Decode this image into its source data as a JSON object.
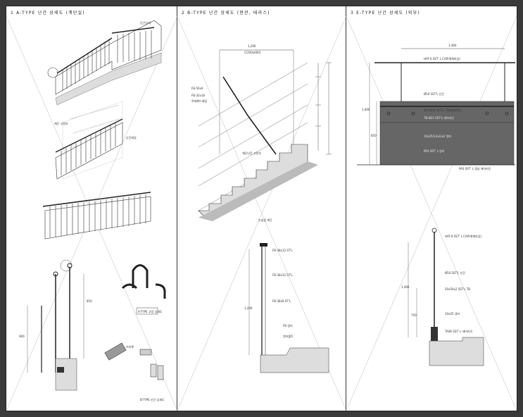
{
  "panels": [
    {
      "title": "1  A-TYPE 난간 상세도 (계단실)"
    },
    {
      "title": "2  B-TYPE 난간 상세도 (현관, 테라스)"
    },
    {
      "title": "3  E-TYPE 난간 상세도 (외부)"
    }
  ],
  "labels": {
    "a_top": "난간상세",
    "a_mid": "계단 고정부",
    "a_detail_cap": "A-TYPE 고정 상세도",
    "a_detail_cap2": "B-TYPE 난간 상세도",
    "a_side": "난간레일",
    "a_bracket": "브라켓",
    "a_dim1": "850",
    "a_dim2": "900",
    "b_top_dim": "1,200",
    "b_top_dim2": "(1200x600)",
    "b_note1": "FB-50x9",
    "b_note2": "FB-32x16",
    "b_note3": "목재핸드레일",
    "b_mid": "계단난간 고정부",
    "b_bot": "논슬립 계단",
    "b_sec1": "FB-38x12 ST'L",
    "b_sec2": "FB-38x12 ST'L",
    "b_sec3": "FB-38x9 ST'L",
    "b_sec4": "FB 앵커",
    "b_sec5": "앵커볼트",
    "b_dim": "1,200",
    "e_top_dim": "1,460",
    "e_l1": "HAT-6 SST' L CAP(해체마감)",
    "e_l2": "Ø50 SST'L 난간",
    "e_l3": "50x50x2 SST'L TB(해체마감)",
    "e_l4": "TB-Ø25 SST'L 헤어라인",
    "e_l5": "10x25(13x1)x2 앵커",
    "e_l6": "PAS SST' L 앵커",
    "e_l7": "PAS SST' L 앵글 헤어라인",
    "e_dim1": "1,400",
    "e_dim2": "850",
    "e_s1": "HAT-6 SST' L CAP(해체마감)",
    "e_s2": "Ø50 SST'L 난간",
    "e_s3": "50x50x2 SST'L TB",
    "e_s4": "10x25 앵커",
    "e_s5": "TASK SST' L 헤어라인",
    "e_dim3": "1,400",
    "e_dim4": "750"
  }
}
